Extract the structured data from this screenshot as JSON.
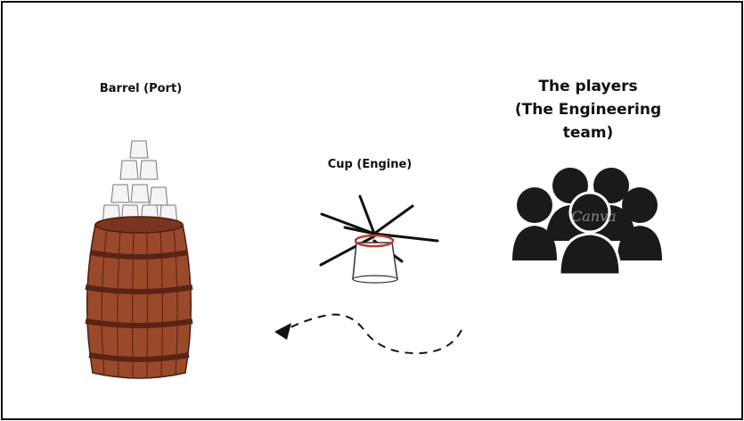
{
  "labels": {
    "barrel": "Barrel (Port)",
    "cup": "Cup (Engine)",
    "players_line1": "The players",
    "players_line2": "(The Engineering",
    "players_line3": "team)"
  },
  "watermark": "Canva",
  "icons": {
    "barrel": "barrel-icon",
    "cup_stack": "stacked-cups-icon",
    "engine_cup": "cup-icon",
    "players": "people-group-icon",
    "arrow": "dashed-arrow-icon"
  },
  "colors": {
    "barrel_wood": "#9a4a2b",
    "barrel_wood_dark": "#7a3520",
    "barrel_hoop": "#5a2414",
    "cup_rim": "#c0392b",
    "people": "#1a1a1a",
    "border": "#111111"
  }
}
